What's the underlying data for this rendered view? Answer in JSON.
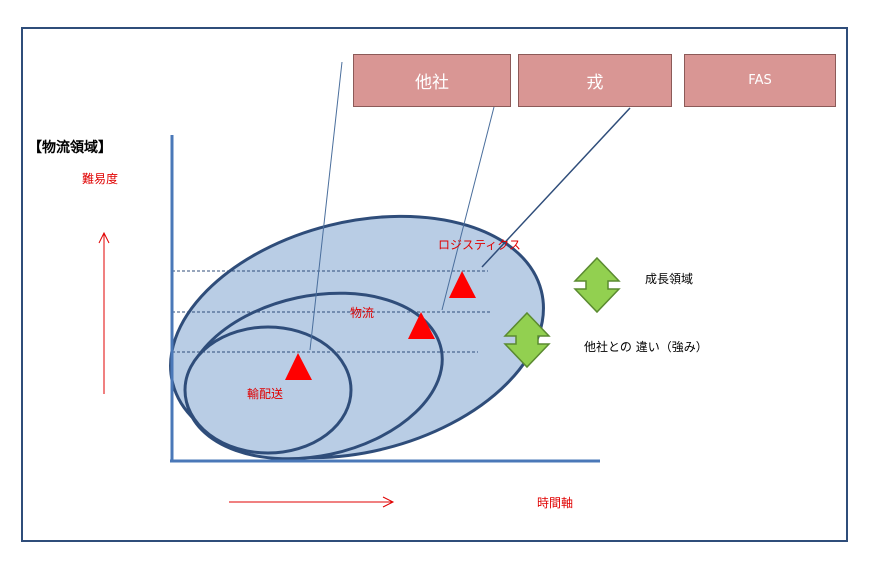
{
  "title": "【物流領域】",
  "y_axis_label": "難易度",
  "x_axis_label": "時間軸",
  "companies": [
    {
      "label": "他社"
    },
    {
      "label": "戎"
    },
    {
      "label": "FAS"
    }
  ],
  "areas": [
    {
      "label": "輸配送"
    },
    {
      "label": "物流"
    },
    {
      "label": "ロジスティクス"
    }
  ],
  "legend": {
    "growth": "成長領域",
    "difference": "他社との 違い（強み）"
  },
  "colors": {
    "frame": "#2f4d7a",
    "ellipse_fill": "#b9cde5",
    "ellipse_stroke": "#2f4d7a",
    "company_box": "#d99694",
    "marker": "#ff0000",
    "arrow_green": "#92d050",
    "arrow_red": "#e00000"
  }
}
